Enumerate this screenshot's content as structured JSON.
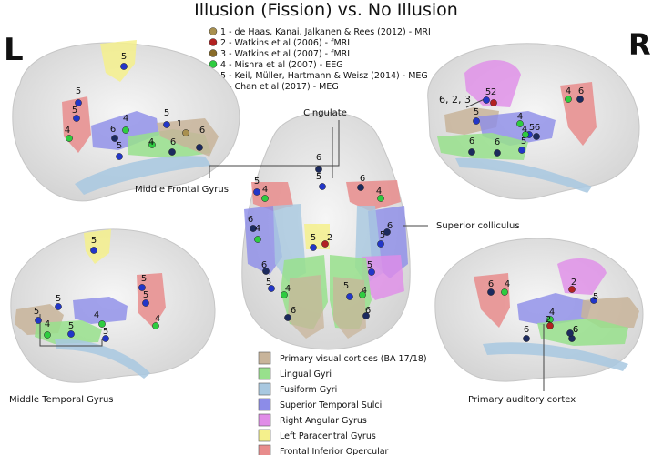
{
  "title": "Illusion (Fission) vs. No Illusion",
  "hemispheres": {
    "left": "L",
    "right": "R"
  },
  "studies": [
    {
      "id": "1",
      "label": "1 - de Haas, Kanai, Jalkanen & Rees (2012) - MRI",
      "color": "#a8904f"
    },
    {
      "id": "2",
      "label": "2 - Watkins et al (2006) - fMRI",
      "color": "#b22222"
    },
    {
      "id": "3",
      "label": "3 - Watkins et al (2007) - fMRI",
      "color": "#8a6d2a"
    },
    {
      "id": "4",
      "label": "4 - Mishra et al (2007) - EEG",
      "color": "#2ecc40"
    },
    {
      "id": "5",
      "label": "5 - Keil, Müller, Hartmann & Weisz (2014) - MEG",
      "color": "#2236c8"
    },
    {
      "id": "6",
      "label": "6 - Chan et al (2017) - MEG",
      "color": "#1c2a5e"
    }
  ],
  "regions": [
    {
      "name": "Primary visual cortices (BA 17/18)",
      "color": "#c8b49a"
    },
    {
      "name": "Lingual Gyri",
      "color": "#98e08c"
    },
    {
      "name": "Fusiform Gyri",
      "color": "#a8c8e0"
    },
    {
      "name": "Superior Temporal Sulci",
      "color": "#8c8ce8"
    },
    {
      "name": "Right Angular Gyrus",
      "color": "#e08ce8"
    },
    {
      "name": "Left Paracentral Gyrus",
      "color": "#f4f08c"
    },
    {
      "name": "Frontal Inferior Opercular",
      "color": "#e88c8c"
    }
  ],
  "annotations": {
    "cingulate": "Cingulate",
    "middle_frontal": "Middle Frontal Gyrus",
    "superior_colliculus": "Superior colliculus",
    "middle_temporal": "Middle Temporal Gyrus",
    "primary_auditory": "Primary auditory cortex",
    "callout_623": "6, 2, 3"
  }
}
